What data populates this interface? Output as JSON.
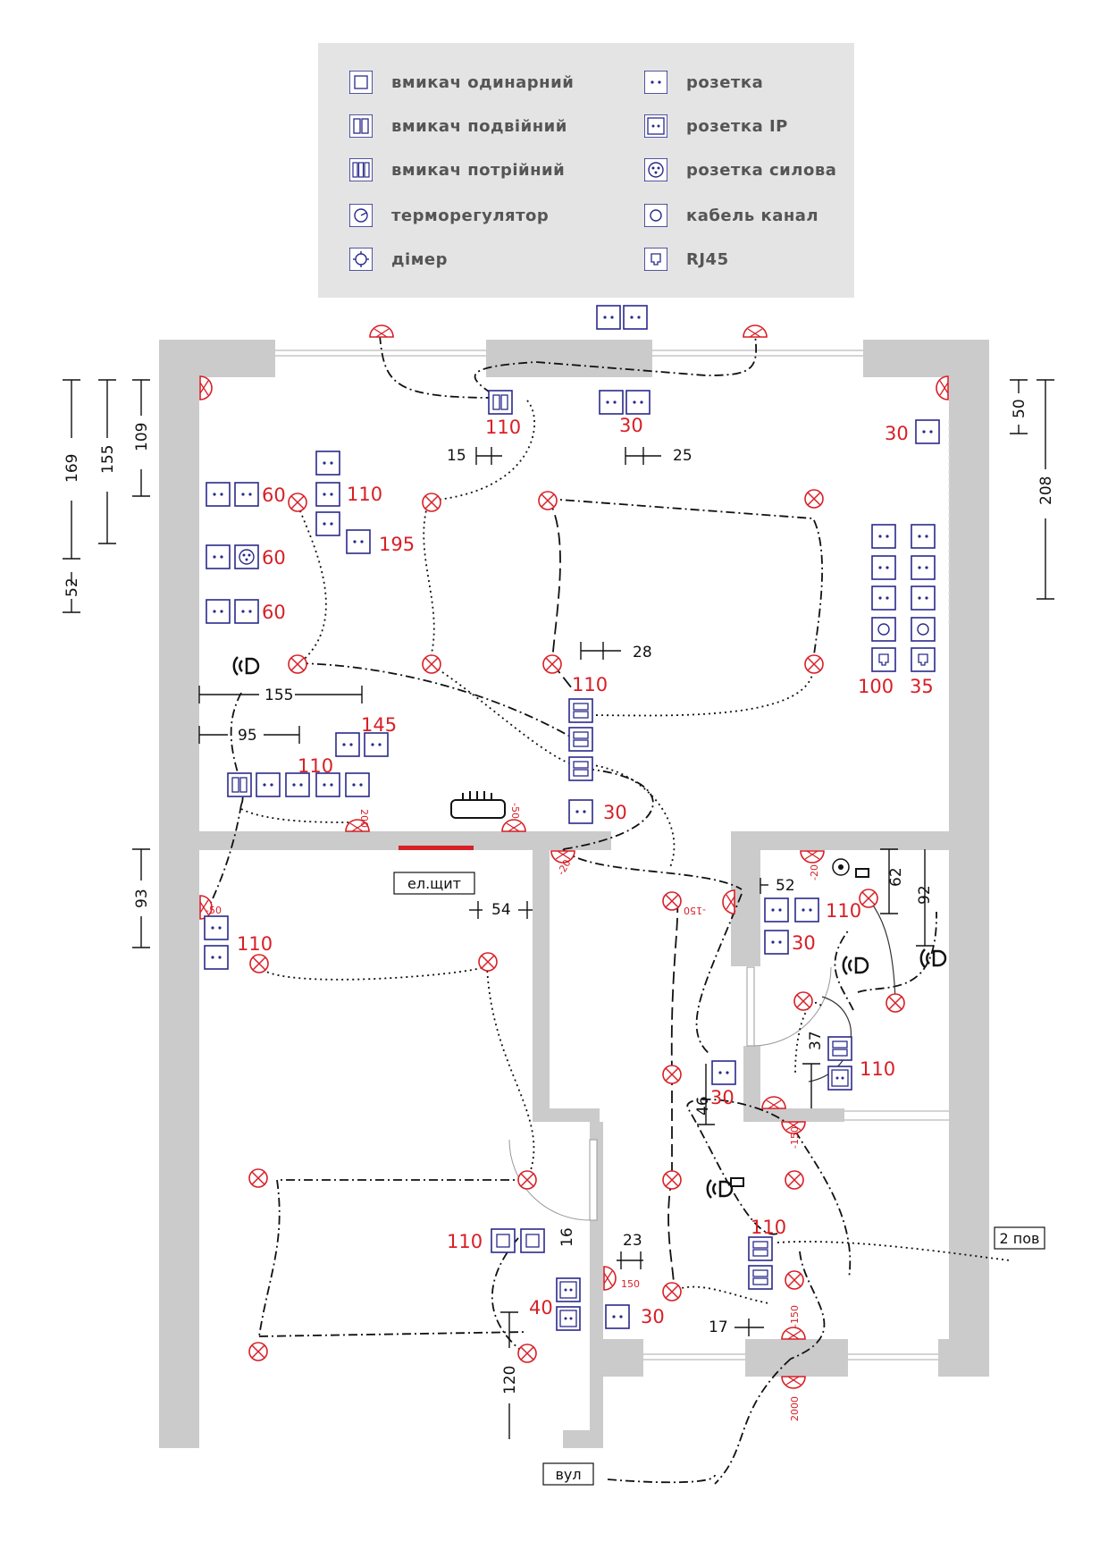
{
  "colors": {
    "wall": "#cbcbcb",
    "symbol": "#2a2a8c",
    "red": "#d81f26",
    "legend_bg": "#e4e4e4",
    "legend_text": "#555555",
    "wire": "#111111"
  },
  "legend": {
    "left": [
      {
        "icon": "switch-single-icon",
        "label": "вмикач одинарний"
      },
      {
        "icon": "switch-double-icon",
        "label": "вмикач подвійний"
      },
      {
        "icon": "switch-triple-icon",
        "label": "вмикач потрійний"
      },
      {
        "icon": "thermostat-icon",
        "label": "терморегулятор"
      },
      {
        "icon": "dimmer-icon",
        "label": "дімер"
      }
    ],
    "right": [
      {
        "icon": "socket-icon",
        "label": "розетка"
      },
      {
        "icon": "socket-ip-icon",
        "label": "розетка IP"
      },
      {
        "icon": "socket-power-icon",
        "label": "розетка силова"
      },
      {
        "icon": "cable-channel-icon",
        "label": "кабель канал"
      },
      {
        "icon": "rj45-icon",
        "label": "RJ45"
      }
    ]
  },
  "boxes": {
    "panel": "ел.щит",
    "street": "вул",
    "second_floor": "2 пов"
  },
  "heights": {
    "h110a": "110",
    "h30a": "30",
    "h30b": "30",
    "h60a": "60",
    "h60b": "60",
    "h60c": "60",
    "h110b": "110",
    "h195": "195",
    "h100": "100",
    "h35": "35",
    "h110c": "110",
    "h145": "145",
    "h110d": "110",
    "h30c": "30",
    "h110e": "110",
    "h110f": "110",
    "h30d": "30",
    "h110g": "110",
    "h30e": "30",
    "h110h": "110",
    "h40": "40",
    "h30f": "30",
    "h110i": "110"
  },
  "dims": {
    "d15": "15",
    "d25": "25",
    "d28": "28",
    "d155h": "155",
    "d95": "95",
    "d54": "54",
    "d52": "52",
    "d62": "62",
    "d92": "92",
    "d37": "37",
    "d46": "46",
    "d23": "23",
    "d16": "16",
    "d17": "17",
    "d120": "120",
    "d169": "169",
    "d155v": "155",
    "d109": "109",
    "d52v": "52",
    "d93": "93",
    "d50": "50",
    "d208": "208"
  },
  "small_marks": {
    "m200": "200",
    "m50a": "-50",
    "m20": "-20",
    "m50b": "-50",
    "m150a": "-150",
    "m20b": "-20",
    "m150b": "-150",
    "m150c": "150",
    "m150d": "-150",
    "m2000": "2000"
  }
}
